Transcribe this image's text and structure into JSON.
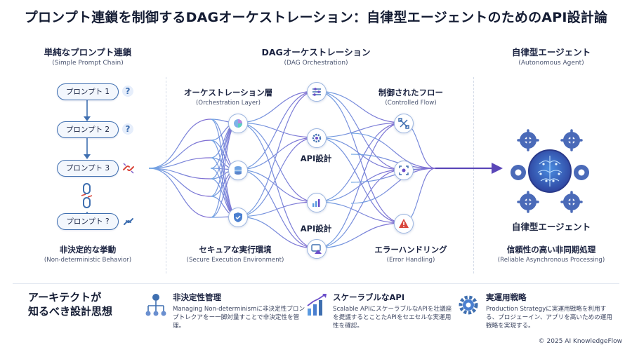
{
  "title": "プロンプト連鎖を制御するDAGオーケストレーション：自律型エージェントのためのAPI設計論",
  "columns": {
    "left": {
      "title": "単純なプロンプト連鎖",
      "subtitle": "(Simple Prompt Chain)"
    },
    "center": {
      "title": "DAGオーケストレーション",
      "subtitle": "(DAG Orchestration)"
    },
    "right": {
      "title": "自律型エージェント",
      "subtitle": "(Autonomous Agent)"
    }
  },
  "chain": {
    "prompts": [
      "プロンプト 1",
      "プロンプト 2",
      "プロンプト 3",
      "プロンプト ?"
    ],
    "qmark": "?",
    "bottom_title": "非決定的な挙動",
    "bottom_subtitle": "(Non-deterministic Behavior)"
  },
  "dag": {
    "orch_layer": {
      "title": "オーケストレーション層",
      "subtitle": "(Orchestration Layer)"
    },
    "controlled_flow": {
      "title": "制御されたフロー",
      "subtitle": "(Controlled Flow)"
    },
    "api_label_1": "API設計",
    "api_label_2": "API設計",
    "secure_env": {
      "title": "セキュアな実行環境",
      "subtitle": "(Secure Execution Environment)"
    },
    "error_handling": {
      "title": "エラーハンドリング",
      "subtitle": "(Error Handling)"
    }
  },
  "agent": {
    "label": "自律型エージェント",
    "reliable_title": "信頼性の高い非同期処理",
    "reliable_subtitle": "(Reliable Asynchronous Processing)"
  },
  "bottom": {
    "section_title_line1": "アーキテクトが",
    "section_title_line2": "知るべき設計思想",
    "features": [
      {
        "icon": "hierarchy-icon",
        "title": "非決定性管理",
        "body": "Managing Non-determinismに非決定性プロンプトレクアをー一脚対量すことで非決定性を管理。"
      },
      {
        "icon": "bar-chart-icon",
        "title": "スケーラブルなAPI",
        "body": "Scalable APIにスケーラブルなAPIを壮議座を提議するとことたAPIをセエセルな実運用性を確認。"
      },
      {
        "icon": "gear-icon",
        "title": "実運用戦略",
        "body": "Production Strategyに実運用戦略を利用する、プロジェーイン、アプリを高いための運用戦略を実現する。"
      }
    ],
    "copyright": "© 2025 AI KnowledgeFlow"
  },
  "colors": {
    "accent": "#3f6fb0",
    "purple": "#5a3fb8",
    "dark": "#1a2240",
    "error": "#d9463c"
  }
}
